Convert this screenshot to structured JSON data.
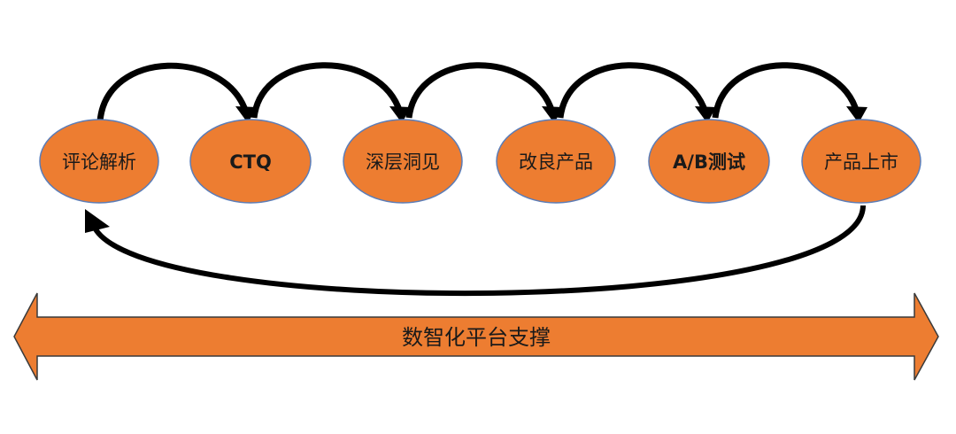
{
  "stages": [
    {
      "id": "review-analysis",
      "label": "评论解析"
    },
    {
      "id": "ctq",
      "label": "CTQ"
    },
    {
      "id": "deep-insight",
      "label": "深层洞见"
    },
    {
      "id": "product-improvement",
      "label": "改良产品"
    },
    {
      "id": "ab-test",
      "label": "A/B测试"
    },
    {
      "id": "product-launch",
      "label": "产品上市"
    }
  ],
  "platform": {
    "label": "数智化平台支撑"
  },
  "colors": {
    "node_fill": "#ED7D31",
    "node_stroke": "#5B7DB8",
    "platform_fill": "#ED7D31",
    "platform_stroke": "#3A3A3A",
    "arrow": "#000000",
    "text": "#1a1a1a"
  }
}
